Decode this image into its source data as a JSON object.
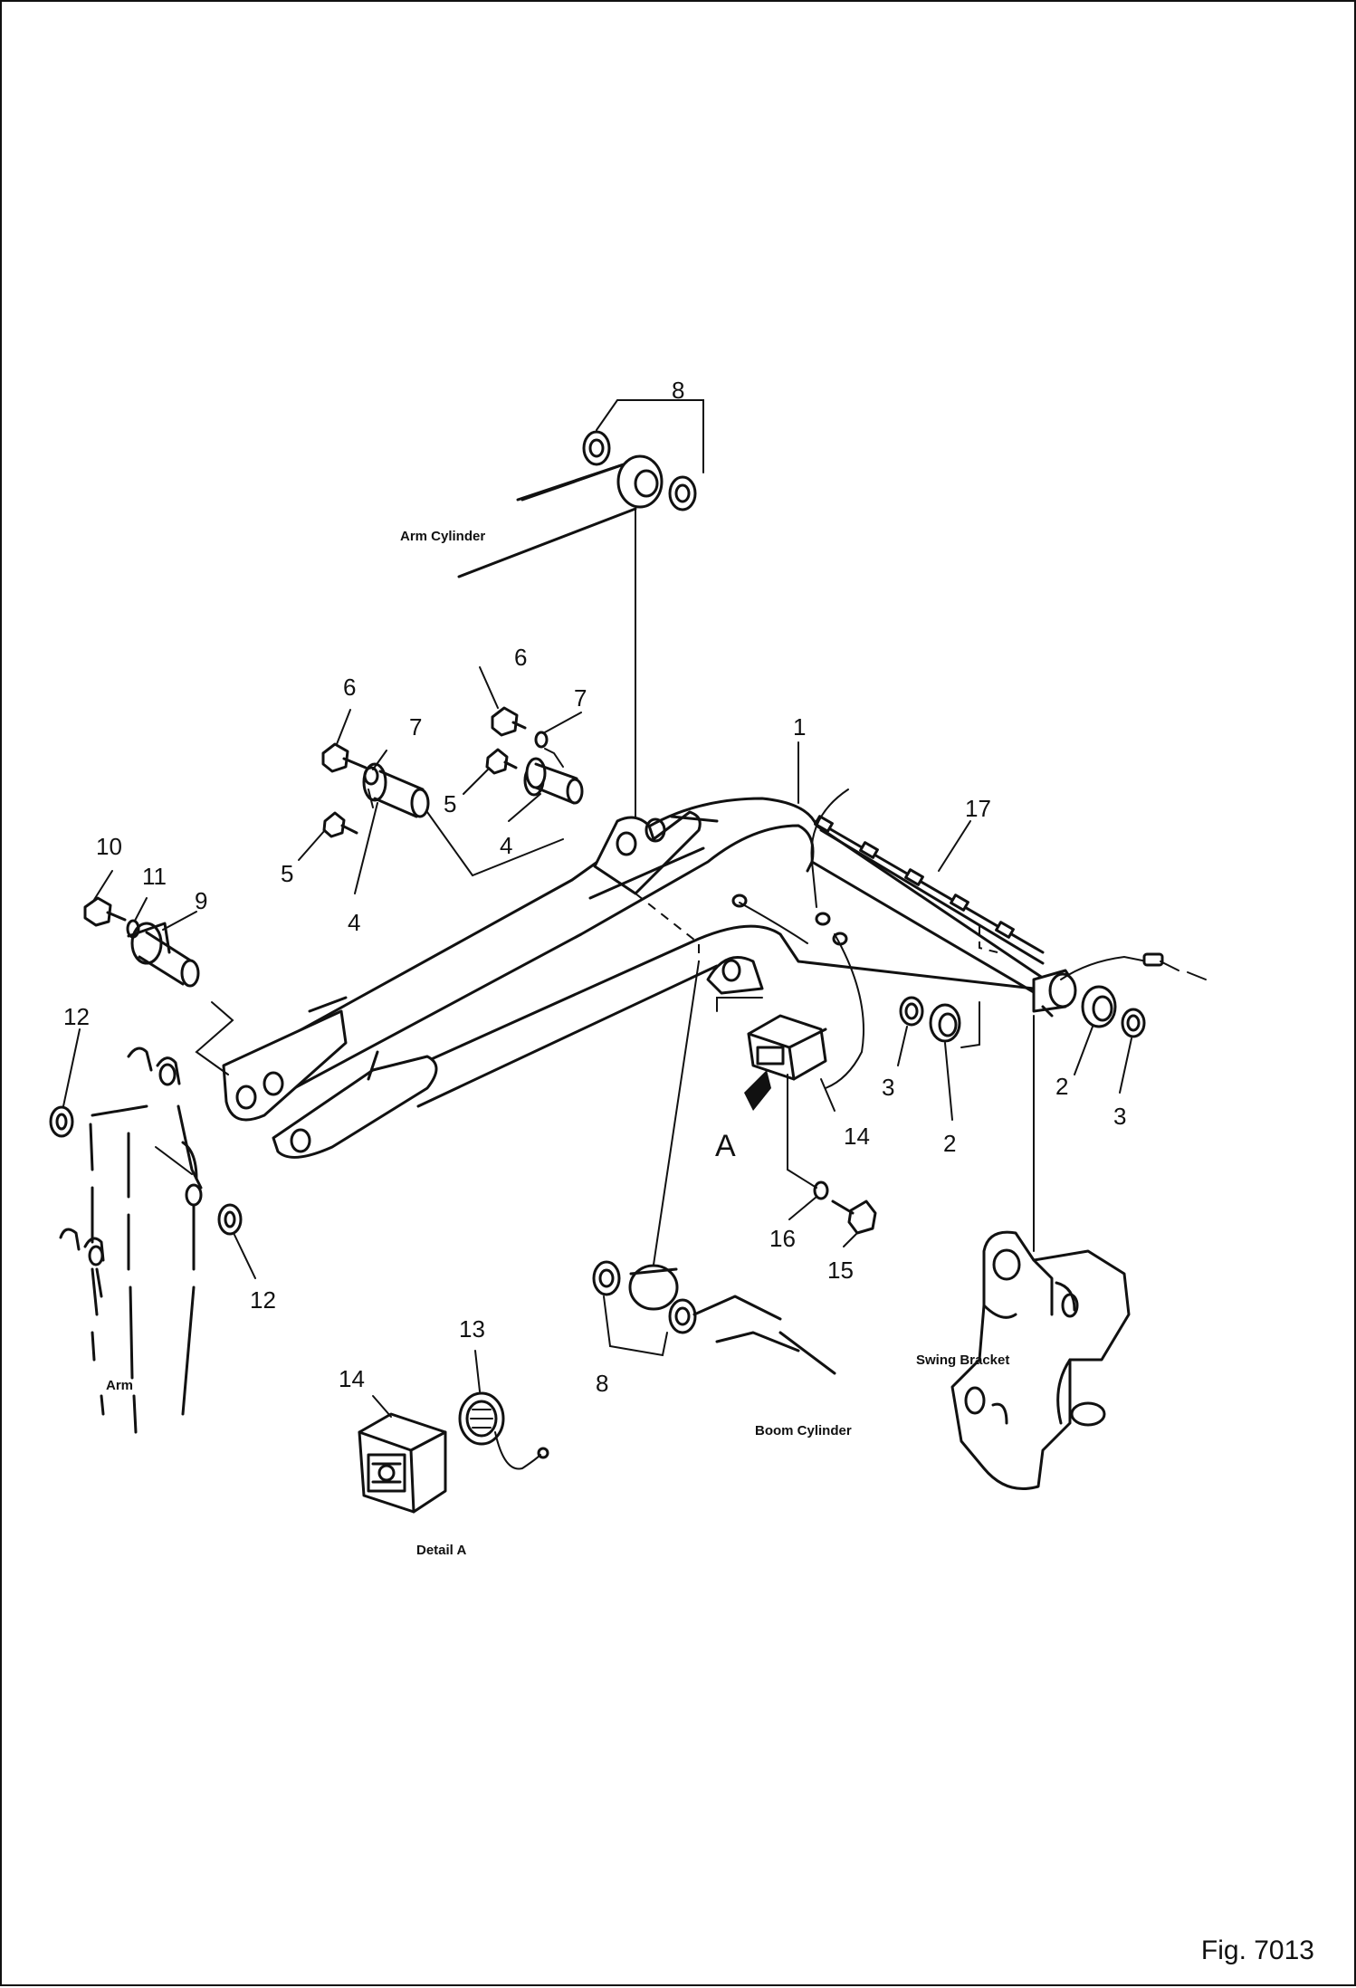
{
  "callouts": {
    "c1": "1",
    "c2a": "2",
    "c2b": "2",
    "c3a": "3",
    "c3b": "3",
    "c4a": "4",
    "c4b": "4",
    "c5a": "5",
    "c5b": "5",
    "c6a": "6",
    "c6b": "6",
    "c7a": "7",
    "c7b": "7",
    "c8a": "8",
    "c8b": "8",
    "c9": "9",
    "c10": "10",
    "c11": "11",
    "c12a": "12",
    "c12b": "12",
    "c13": "13",
    "c14a": "14",
    "c14b": "14",
    "c15": "15",
    "c16": "16",
    "c17": "17"
  },
  "labels": {
    "arm_cylinder": "Arm Cylinder",
    "boom_cylinder": "Boom Cylinder",
    "swing_bracket": "Swing Bracket",
    "arm": "Arm",
    "detail_a": "Detail A",
    "view_a": "A"
  },
  "figure_label": "Fig. 7013"
}
